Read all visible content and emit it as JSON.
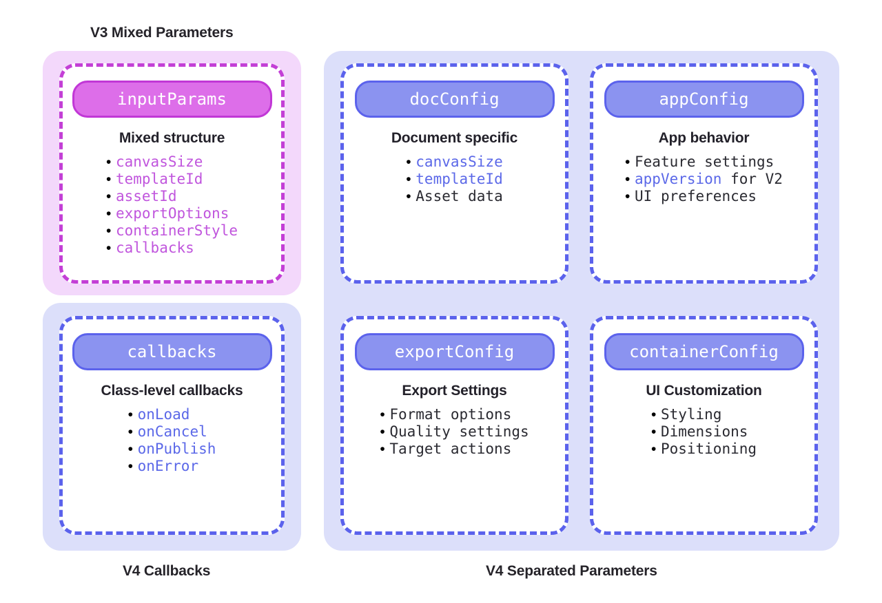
{
  "captions": {
    "v3": "V3 Mixed Parameters",
    "v4_callbacks": "V4 Callbacks",
    "v4_separated": "V4 Separated Parameters"
  },
  "colors": {
    "pink_panel_bg": "#f3d8fb",
    "blue_panel_bg": "#dcdffa",
    "pink_accent": "#c33fd6",
    "pink_pill_fill": "#dd6ee9",
    "blue_accent": "#5b62ec",
    "blue_pill_fill": "#8b93f0",
    "pink_code_text": "#c055dd",
    "blue_code_text": "#5b68e8",
    "dark_text": "#23212a",
    "card_bg": "#ffffff",
    "page_bg": "#ffffff"
  },
  "cards": {
    "input_params": {
      "pill": "inputParams",
      "title": "Mixed structure",
      "items": [
        {
          "text": "canvasSize",
          "style": "code-pink"
        },
        {
          "text": "templateId",
          "style": "code-pink"
        },
        {
          "text": "assetId",
          "style": "code-pink"
        },
        {
          "text": "exportOptions",
          "style": "code-pink"
        },
        {
          "text": "containerStyle",
          "style": "code-pink"
        },
        {
          "text": "callbacks",
          "style": "code-pink"
        }
      ]
    },
    "callbacks": {
      "pill": "callbacks",
      "title": "Class-level callbacks",
      "items": [
        {
          "text": "onLoad",
          "style": "code-blue"
        },
        {
          "text": "onCancel",
          "style": "code-blue"
        },
        {
          "text": "onPublish",
          "style": "code-blue"
        },
        {
          "text": "onError",
          "style": "code-blue"
        }
      ]
    },
    "doc_config": {
      "pill": "docConfig",
      "title": "Document specific",
      "items": [
        {
          "text": "canvasSize",
          "style": "code-blue"
        },
        {
          "text": "templateId",
          "style": "code-blue"
        },
        {
          "text": "Asset data",
          "style": "code-dark"
        }
      ]
    },
    "app_config": {
      "pill": "appConfig",
      "title": "App behavior",
      "items": [
        {
          "text": "Feature settings",
          "style": "code-dark"
        },
        {
          "text": "appVersion",
          "style": "code-blue",
          "suffix": " for V2",
          "suffix_style": "code-dark"
        },
        {
          "text": "UI preferences",
          "style": "code-dark"
        }
      ]
    },
    "export_config": {
      "pill": "exportConfig",
      "title": "Export Settings",
      "items": [
        {
          "text": "Format options",
          "style": "code-dark"
        },
        {
          "text": "Quality settings",
          "style": "code-dark"
        },
        {
          "text": "Target actions",
          "style": "code-dark"
        }
      ]
    },
    "container_config": {
      "pill": "containerConfig",
      "title": "UI Customization",
      "items": [
        {
          "text": "Styling",
          "style": "code-dark"
        },
        {
          "text": "Dimensions",
          "style": "code-dark"
        },
        {
          "text": "Positioning",
          "style": "code-dark"
        }
      ]
    }
  },
  "bullet_glyph": "•"
}
